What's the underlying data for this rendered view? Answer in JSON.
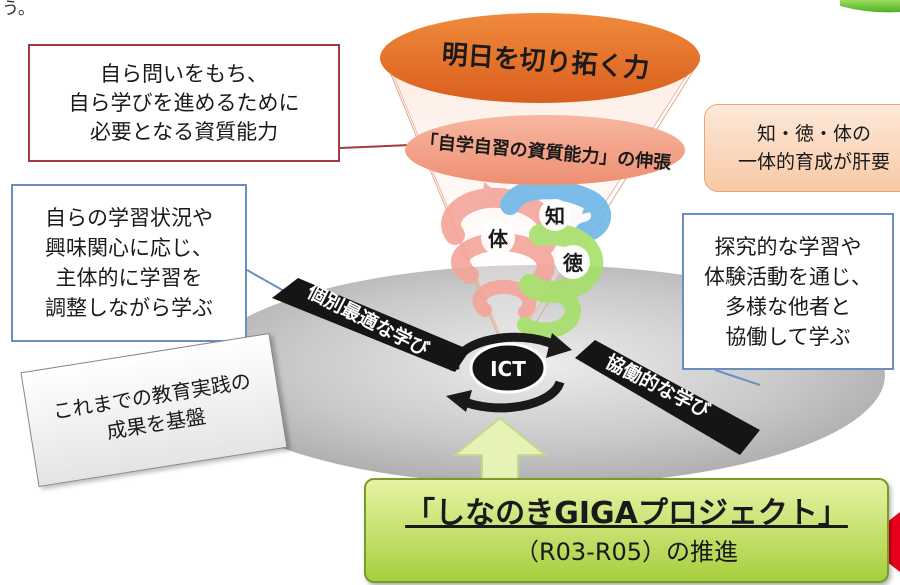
{
  "top_fragment": "う。",
  "cone": {
    "top_label": "明日を切り拓く力",
    "mid_label": "「自学自習の資質能力」の伸張"
  },
  "spiral_labels": {
    "knowledge": "知",
    "body": "体",
    "virtue": "徳"
  },
  "hub_label": "ICT",
  "band_left": "個別最適な学び",
  "band_right": "協働的な学び",
  "box_red": {
    "lines": [
      "自ら問いをもち、",
      "自ら学びを進めるために",
      "必要となる資質能力"
    ]
  },
  "box_left": {
    "lines": [
      "自らの学習状況や",
      "興味関心に応じ、",
      "主体的に学習を",
      "調整しながら学ぶ"
    ]
  },
  "box_right": {
    "lines": [
      "探究的な学習や",
      "体験活動を通じ、",
      "多様な他者と",
      "協働して学ぶ"
    ]
  },
  "callout_orange": {
    "lines": [
      "知・徳・体の",
      "一体的育成が肝要"
    ]
  },
  "box_gray": {
    "lines": [
      "これまでの教育実践の",
      "成果を基盤"
    ]
  },
  "project": {
    "title": "「しなのきGIGAプロジェクト」",
    "subtitle": "（R03-R05）の推進"
  },
  "colors": {
    "cone_top": "#e8742d",
    "cone_mid": "#f2a488",
    "green": "#a6cf3d",
    "red_border": "#a23a44",
    "blue_border": "#6a8fbe",
    "arrow_red": "#e8001c"
  }
}
